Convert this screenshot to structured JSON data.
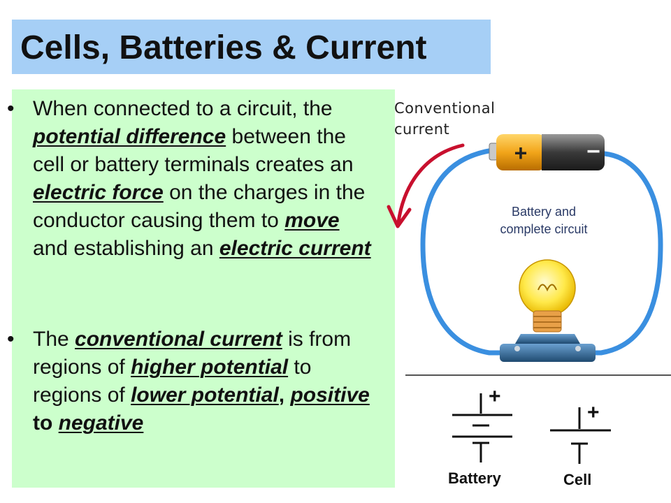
{
  "slide": {
    "title": "Cells, Batteries & Current"
  },
  "bullets": [
    {
      "segments": [
        {
          "text": "When connected to a circuit, the ",
          "style": "plain"
        },
        {
          "text": "potential difference",
          "style": "em"
        },
        {
          "text": " between the cell or battery terminals creates an ",
          "style": "plain"
        },
        {
          "text": "electric force",
          "style": "em"
        },
        {
          "text": " on the charges in the conductor causing them to ",
          "style": "plain"
        },
        {
          "text": "move",
          "style": "em"
        },
        {
          "text": " and establishing an ",
          "style": "plain"
        },
        {
          "text": "electric current",
          "style": "em"
        }
      ]
    },
    {
      "segments": [
        {
          "text": "The ",
          "style": "plain"
        },
        {
          "text": "conventional current",
          "style": "em"
        },
        {
          "text": " is from regions of ",
          "style": "plain"
        },
        {
          "text": "higher potential",
          "style": "em"
        },
        {
          "text": " to regions of ",
          "style": "plain"
        },
        {
          "text": "lower potential",
          "style": "em"
        },
        {
          "text": ", ",
          "style": "bold"
        },
        {
          "text": "positive",
          "style": "em"
        },
        {
          "text": " to ",
          "style": "bold"
        },
        {
          "text": "negative",
          "style": "em"
        }
      ]
    }
  ],
  "diagram": {
    "arrow_label": "Conventional current",
    "battery_plus": "+",
    "battery_minus": "−",
    "circuit_label": [
      "Battery and",
      "complete circuit"
    ],
    "colors": {
      "wire": "#3a8fe0",
      "arrow": "#c8102e",
      "bulb": "#ffe94a",
      "base": "#2f5f8a",
      "battery_pos": "#f2a51a",
      "battery_neg": "#3a3a3a"
    }
  },
  "symbols": {
    "battery": {
      "label": "Battery",
      "plus": "+"
    },
    "cell": {
      "label": "Cell",
      "plus": "+"
    }
  }
}
